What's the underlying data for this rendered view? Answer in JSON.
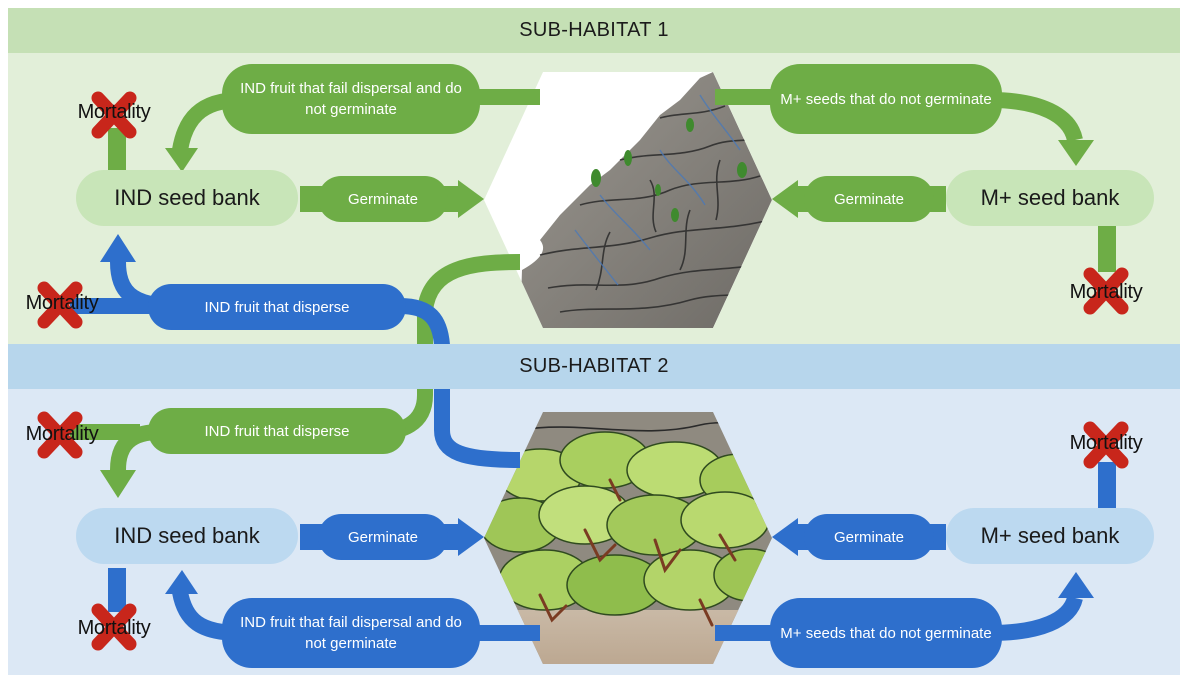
{
  "headers": {
    "top": "SUB-HABITAT 1",
    "bottom": "SUB-HABITAT 2"
  },
  "colors": {
    "green_arrow": "#6ead46",
    "blue_arrow": "#2e6fcc",
    "top_bg": "#e2efd9",
    "bottom_bg": "#dce8f5",
    "mortality_cross": "#c8261b"
  },
  "sub_habitat_1": {
    "left_bank": "IND seed bank",
    "right_bank": "M+ seed bank",
    "left_germinate": "Germinate",
    "right_germinate": "Germinate",
    "fail_dispersal": "IND fruit that fail dispersal and do not germinate",
    "mplus_not_germinate": "M+ seeds that do not germinate",
    "ind_disperse": "IND fruit that disperse",
    "mortality_left_top": "Mortality",
    "mortality_left_mid": "Mortality",
    "mortality_right": "Mortality"
  },
  "sub_habitat_2": {
    "left_bank": "IND seed bank",
    "right_bank": "M+ seed bank",
    "left_germinate": "Germinate",
    "right_germinate": "Germinate",
    "fail_dispersal": "IND fruit that fail dispersal and do not germinate",
    "mplus_not_germinate": "M+ seeds that do not germinate",
    "ind_disperse": "IND fruit that disperse",
    "mortality_left_top": "Mortality",
    "mortality_left_bottom": "Mortality",
    "mortality_right": "Mortality"
  }
}
